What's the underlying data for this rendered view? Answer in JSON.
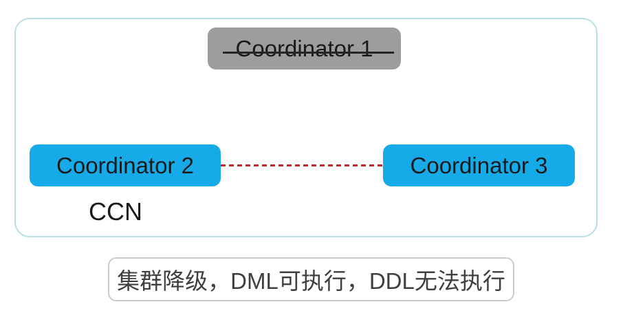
{
  "diagram": {
    "frame_name": "cluster",
    "nodes": [
      {
        "label": "Coordinator 1",
        "status": "down",
        "struck_through": true
      },
      {
        "label": "Coordinator 2",
        "status": "up",
        "role": "CCN"
      },
      {
        "label": "Coordinator 3",
        "status": "up"
      }
    ],
    "ccn_label": "CCN",
    "link": {
      "type": "dashed",
      "from": "Coordinator 2",
      "to": "Coordinator 3",
      "color": "#cf2127"
    },
    "caption": "集群降级，DML可执行，DDL无法执行",
    "colors": {
      "node_up": "#17aae8",
      "node_down": "#9d9d9d",
      "node_text": "#1a1a1a",
      "frame_border": "#b7dfe6",
      "caption_border": "#cbcbcb",
      "caption_text": "#3f3f3f",
      "link_dashed": "#cf2127",
      "strikethrough": "#262626"
    }
  }
}
